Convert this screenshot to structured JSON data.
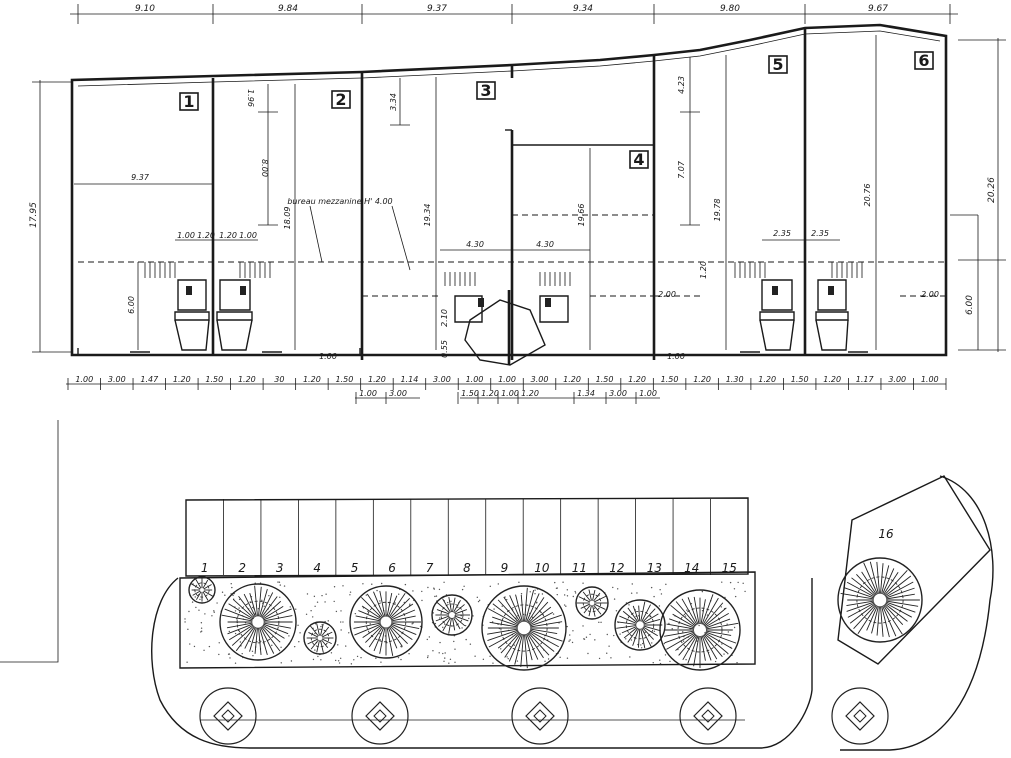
{
  "units": [
    "1",
    "2",
    "3",
    "4",
    "5",
    "6"
  ],
  "top_dims": [
    "9.10",
    "9.84",
    "9.37",
    "9.34",
    "9.80",
    "9.67"
  ],
  "left_depth": "17.95",
  "right_depth": "20.26",
  "left_lower": "6.00",
  "right_lower": "6.00",
  "interior_dims": {
    "u1_width": "9.37",
    "u1_mezz": "6.00",
    "u2_top": "1.96",
    "u2_mid": "8.00",
    "u2_depth": "18.09",
    "u2_stair": [
      "1.00",
      "1.20",
      "1.20",
      "1.00"
    ],
    "u3_top": "3.34",
    "u3_depth": "19.34",
    "u3_w1": "4.30",
    "u3_w2": "4.30",
    "u3_side": "2.10",
    "u3_side2": "0.55",
    "u4_depth": "19.66",
    "u5_top": "4.23",
    "u5_mid": "7.07",
    "u5_depth": "19.78",
    "u5_stair": [
      "2.35",
      "2.35"
    ],
    "u5_small": "1.20",
    "u5_left": "2.00",
    "u6_depth": "20.76",
    "u6_right": "2.00",
    "u1_door": "1.00",
    "u5_door": "1.00"
  },
  "mezzanine_label": "bureau mezzanine H' 4.00",
  "bottom_dims_row1": [
    "1.00",
    "3.00",
    "1.47",
    "1.20",
    "1.50",
    "1.20",
    "30",
    "1.20",
    "1.50",
    "1.20",
    "1.14",
    "3.00",
    "1.00",
    "1.00",
    "3.00",
    "1.20",
    "1.50",
    "1.20",
    "1.50",
    "1.20",
    "1.30",
    "1.20",
    "1.50",
    "1.20",
    "1.17",
    "3.00",
    "1.00"
  ],
  "bottom_dims_row2": [
    "1.00",
    "3.00",
    "1.50",
    "1.20",
    "1.00",
    "1.20",
    "1.34",
    "3.00",
    "1.00"
  ],
  "parking": [
    "1",
    "2",
    "3",
    "4",
    "5",
    "6",
    "7",
    "8",
    "9",
    "10",
    "11",
    "12",
    "13",
    "14",
    "15"
  ],
  "parking_extra": "16"
}
